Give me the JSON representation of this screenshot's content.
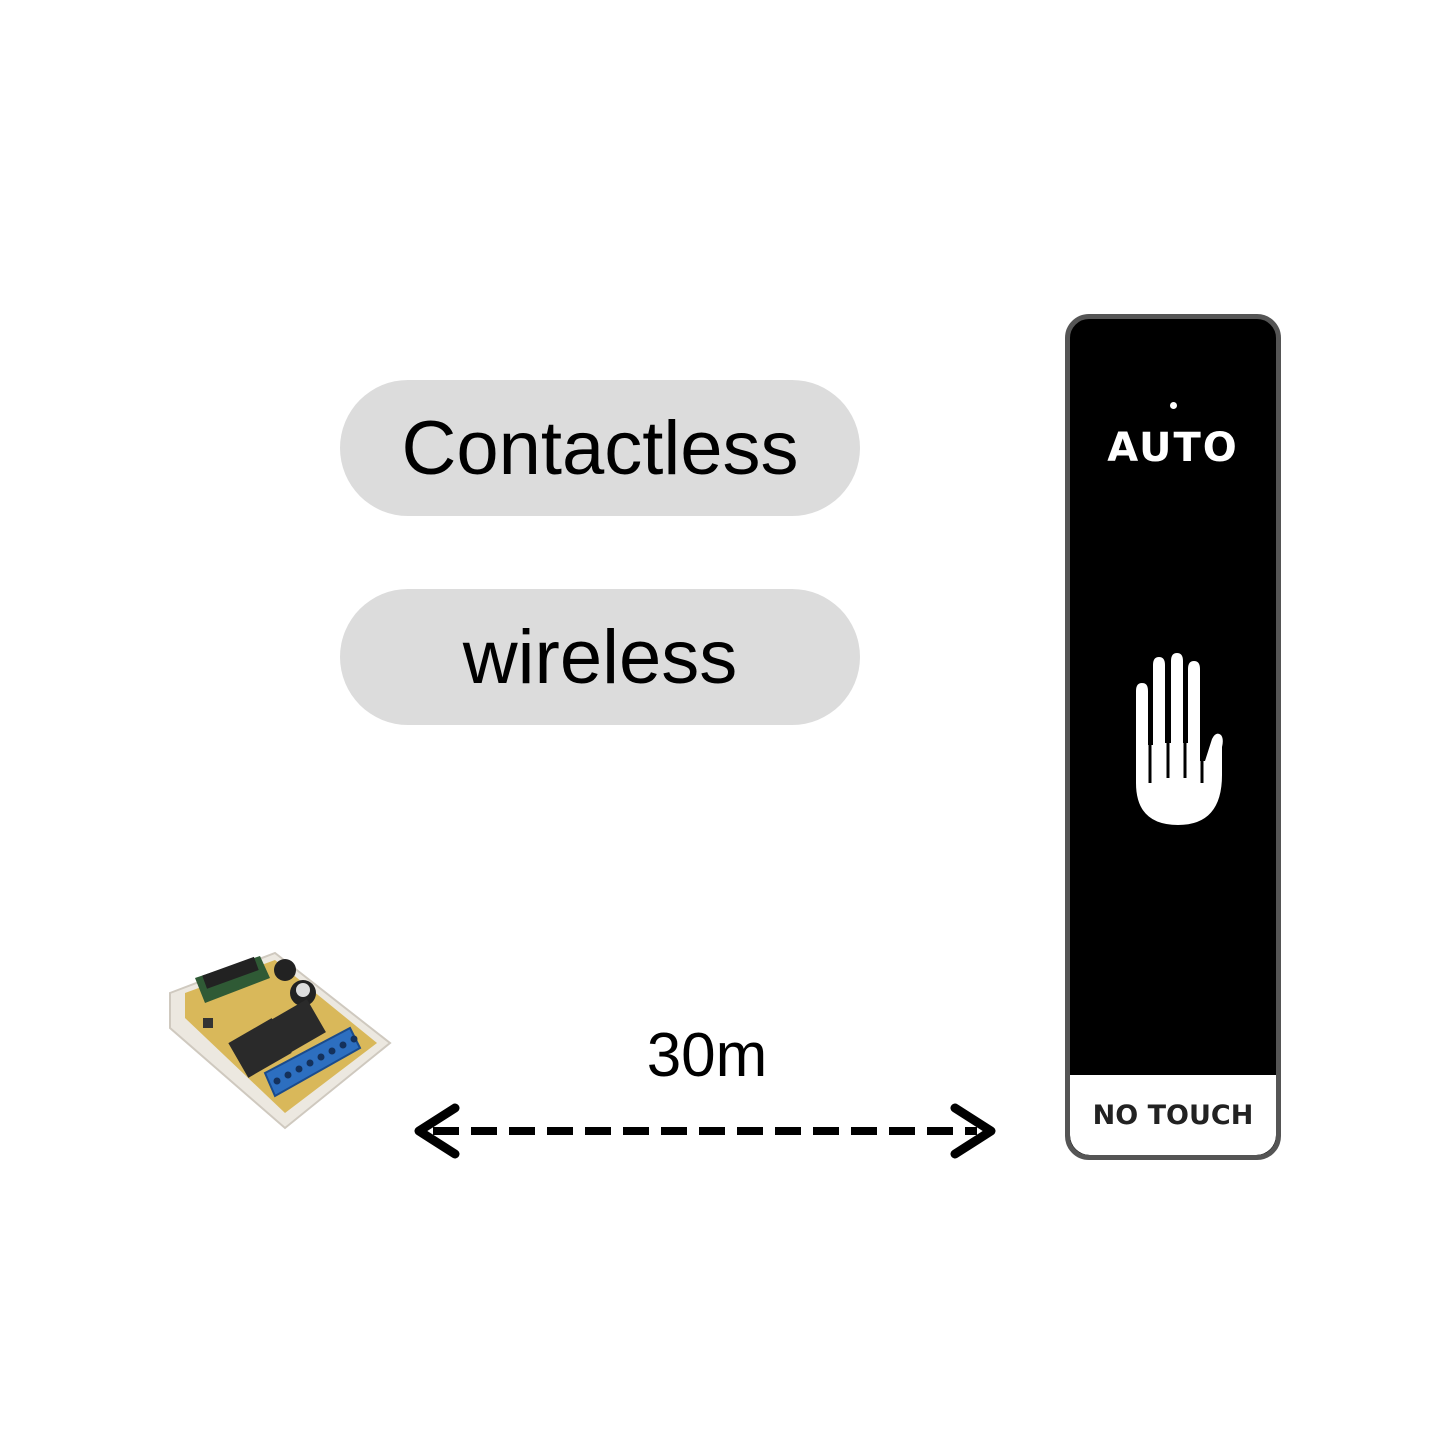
{
  "labels": {
    "contactless": "Contactless",
    "wireless": "wireless"
  },
  "distance": "30m",
  "button": {
    "top_label": "AUTO",
    "bottom_label": "NO TOUCH"
  },
  "colors": {
    "pill": "#dcdcdc",
    "button_face": "#000000",
    "button_border": "#555555"
  }
}
